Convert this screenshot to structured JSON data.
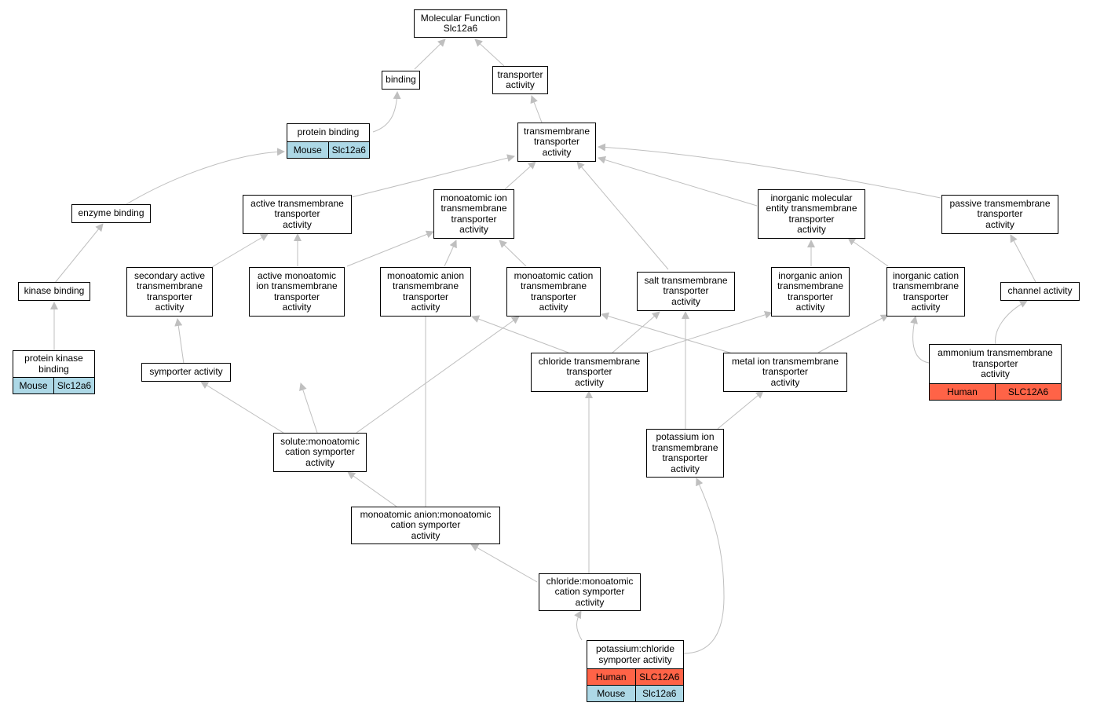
{
  "colors": {
    "edge": "#bfbfbf",
    "human": "#ff6347",
    "mouse": "#add8e6"
  },
  "nodes": [
    {
      "id": "mf",
      "label": "Molecular Function\nSlc12a6"
    },
    {
      "id": "binding",
      "label": "binding"
    },
    {
      "id": "transporter",
      "label": "transporter\nactivity"
    },
    {
      "id": "protein_binding",
      "label": "protein binding",
      "rows": [
        [
          "Mouse",
          "Slc12a6"
        ]
      ]
    },
    {
      "id": "tmt",
      "label": "transmembrane\ntransporter\nactivity"
    },
    {
      "id": "enzyme_binding",
      "label": "enzyme binding"
    },
    {
      "id": "active_tmt",
      "label": "active transmembrane\ntransporter\nactivity"
    },
    {
      "id": "mono_ion_tmt",
      "label": "monoatomic ion\ntransmembrane\ntransporter\nactivity"
    },
    {
      "id": "inorg_mol_tmt",
      "label": "inorganic molecular\nentity transmembrane\ntransporter\nactivity"
    },
    {
      "id": "passive_tmt",
      "label": "passive transmembrane\ntransporter\nactivity"
    },
    {
      "id": "kinase_binding",
      "label": "kinase binding"
    },
    {
      "id": "sec_active_tmt",
      "label": "secondary active\ntransmembrane\ntransporter\nactivity"
    },
    {
      "id": "active_mono_ion_tmt",
      "label": "active monoatomic\nion transmembrane\ntransporter\nactivity"
    },
    {
      "id": "mono_anion_tmt",
      "label": "monoatomic anion\ntransmembrane\ntransporter\nactivity"
    },
    {
      "id": "mono_cation_tmt",
      "label": "monoatomic cation\ntransmembrane\ntransporter\nactivity"
    },
    {
      "id": "salt_tmt",
      "label": "salt transmembrane\ntransporter\nactivity"
    },
    {
      "id": "inorg_anion_tmt",
      "label": "inorganic anion\ntransmembrane\ntransporter\nactivity"
    },
    {
      "id": "inorg_cation_tmt",
      "label": "inorganic cation\ntransmembrane\ntransporter\nactivity"
    },
    {
      "id": "channel",
      "label": "channel activity"
    },
    {
      "id": "protein_kinase_binding",
      "label": "protein kinase\nbinding",
      "rows": [
        [
          "Mouse",
          "Slc12a6"
        ]
      ]
    },
    {
      "id": "symporter",
      "label": "symporter activity"
    },
    {
      "id": "chloride_tmt",
      "label": "chloride transmembrane\ntransporter\nactivity"
    },
    {
      "id": "metal_ion_tmt",
      "label": "metal ion transmembrane\ntransporter\nactivity"
    },
    {
      "id": "ammonium_tmt",
      "label": "ammonium transmembrane\ntransporter\nactivity",
      "rows": [
        [
          "Human",
          "SLC12A6"
        ]
      ]
    },
    {
      "id": "solute_mono_cation_sym",
      "label": "solute:monoatomic\ncation symporter\nactivity"
    },
    {
      "id": "potassium_ion_tmt",
      "label": "potassium ion\ntransmembrane\ntransporter\nactivity"
    },
    {
      "id": "mono_anion_mono_cation_sym",
      "label": "monoatomic anion:monoatomic\ncation symporter\nactivity"
    },
    {
      "id": "chloride_mono_cation_sym",
      "label": "chloride:monoatomic\ncation symporter\nactivity"
    },
    {
      "id": "potassium_chloride_sym",
      "label": "potassium:chloride\nsymporter activity",
      "rows": [
        [
          "Human",
          "SLC12A6"
        ],
        [
          "Mouse",
          "Slc12a6"
        ]
      ]
    }
  ]
}
